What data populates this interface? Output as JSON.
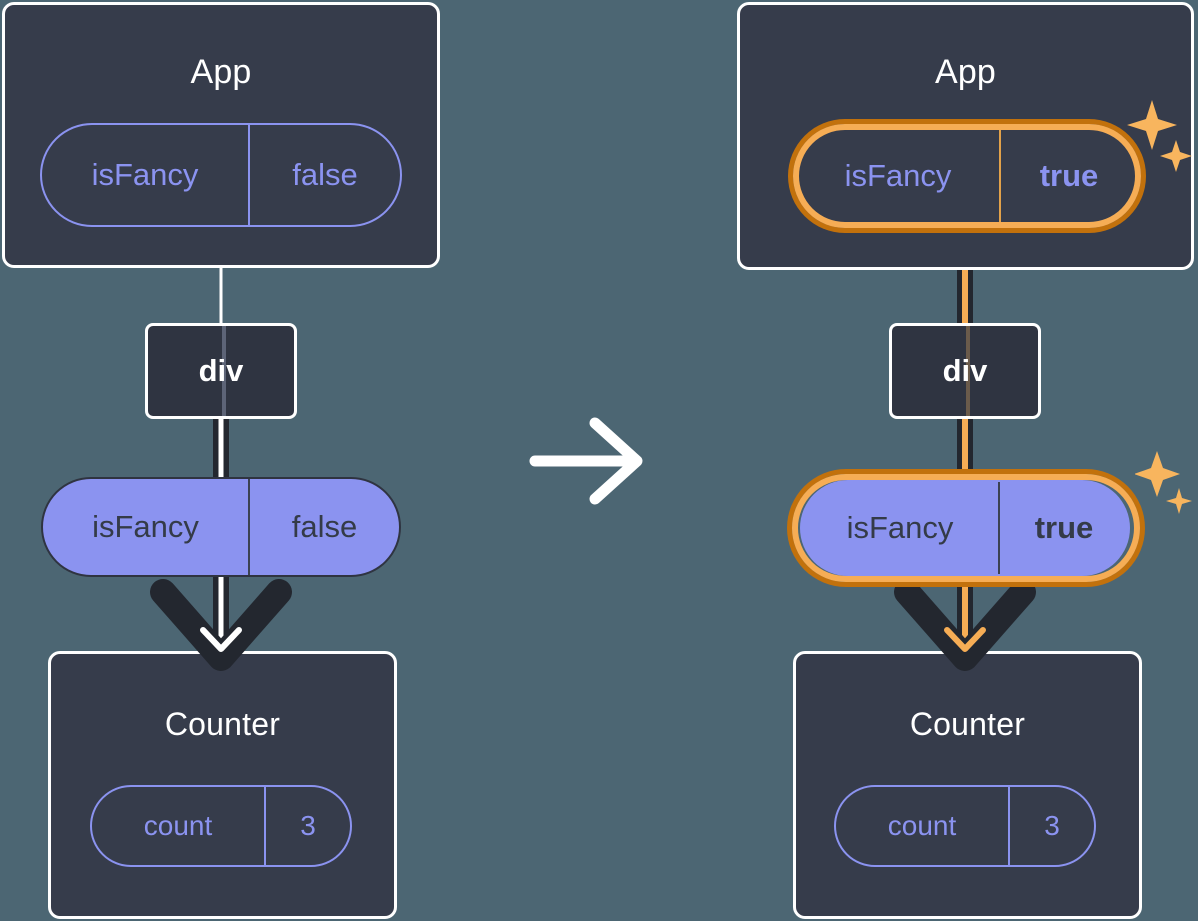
{
  "diagram": {
    "title": "React state update propagation",
    "background_color": "#4c6673",
    "accent_highlight": "#f6ad55",
    "accent_highlight_dark": "#c2710c",
    "purple": "#8b93f0",
    "panel_color": "#363c4b"
  },
  "transition_arrow": {
    "icon": "arrow-right-icon",
    "label": "→"
  },
  "before": {
    "app": {
      "title": "App",
      "state_pill": {
        "name": "isFancy",
        "value": "false",
        "highlighted": false
      }
    },
    "div": {
      "label": "div"
    },
    "prop_pill": {
      "name": "isFancy",
      "value": "false",
      "highlighted": false
    },
    "counter": {
      "title": "Counter",
      "state_pill": {
        "name": "count",
        "value": "3",
        "highlighted": false
      }
    }
  },
  "after": {
    "app": {
      "title": "App",
      "state_pill": {
        "name": "isFancy",
        "value": "true",
        "highlighted": true
      },
      "sparkle_icon": "sparkles-icon"
    },
    "div": {
      "label": "div"
    },
    "prop_pill": {
      "name": "isFancy",
      "value": "true",
      "highlighted": true,
      "sparkle_icon": "sparkles-icon"
    },
    "counter": {
      "title": "Counter",
      "state_pill": {
        "name": "count",
        "value": "3",
        "highlighted": false
      }
    }
  }
}
